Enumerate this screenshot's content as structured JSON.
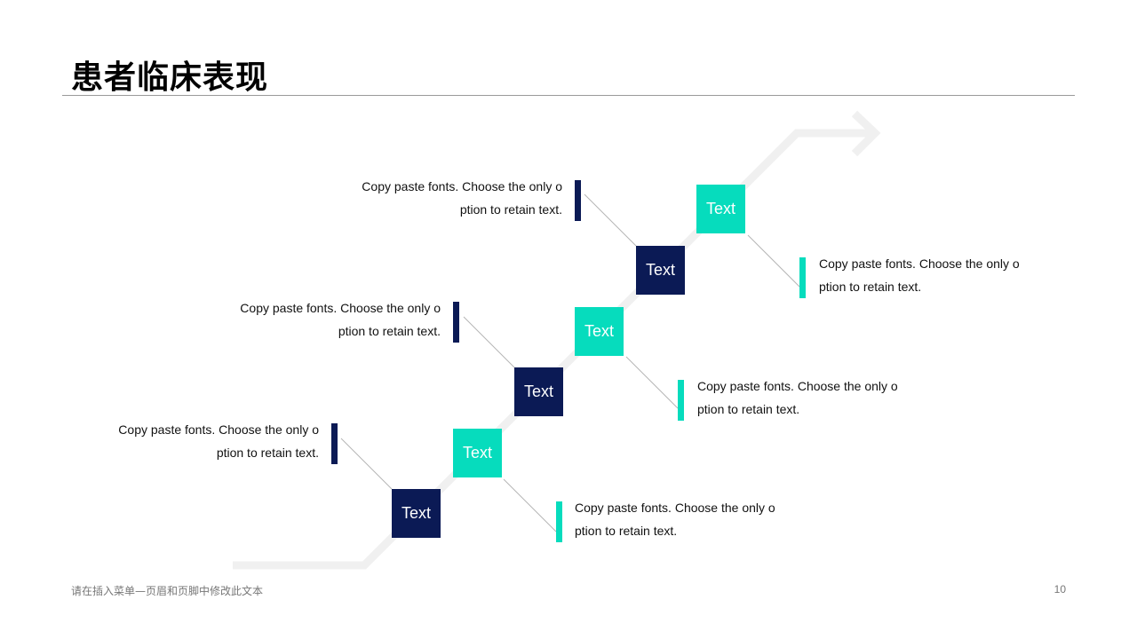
{
  "title": "患者临床表现",
  "steps": [
    {
      "label": "Text",
      "color": "navy"
    },
    {
      "label": "Text",
      "color": "teal"
    },
    {
      "label": "Text",
      "color": "navy"
    },
    {
      "label": "Text",
      "color": "teal"
    },
    {
      "label": "Text",
      "color": "navy"
    },
    {
      "label": "Text",
      "color": "teal"
    }
  ],
  "callouts": [
    {
      "line1": "Copy paste fonts. Choose the only o",
      "line2": "ption to retain text."
    },
    {
      "line1": "Copy paste fonts. Choose the only o",
      "line2": "ption to retain text."
    },
    {
      "line1": "Copy paste fonts. Choose the only o",
      "line2": "ption to retain text."
    },
    {
      "line1": "Copy paste fonts. Choose the only o",
      "line2": "ption to retain text."
    },
    {
      "line1": "Copy paste fonts. Choose the only o",
      "line2": "ption to retain text."
    },
    {
      "line1": "Copy paste fonts. Choose the only o",
      "line2": "ption to retain text."
    }
  ],
  "footer": "请在插入菜单—页眉和页脚中修改此文本",
  "page_number": "10",
  "colors": {
    "navy": "#0b1a55",
    "teal": "#06dcbd",
    "arrow": "#f0f0f0",
    "connector": "#b5b5b5"
  }
}
